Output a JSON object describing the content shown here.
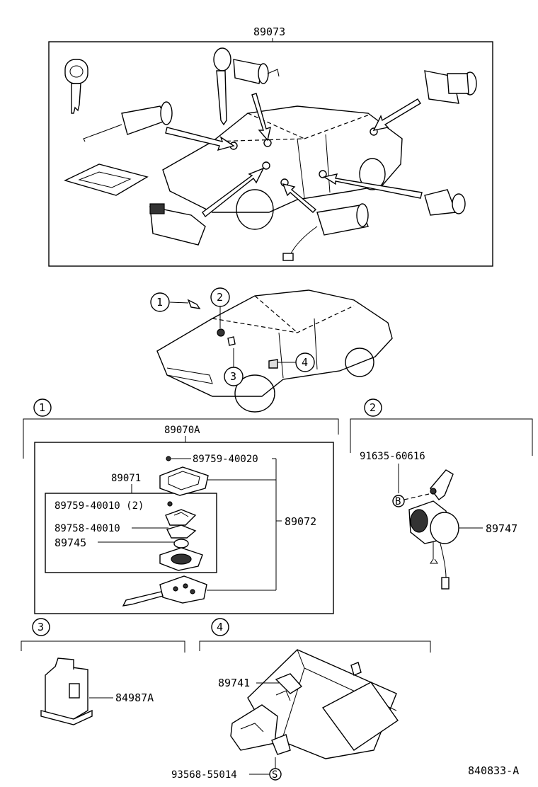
{
  "labels": {
    "top_set": "89073",
    "remote_assy": "89070A",
    "transmitter": "89071",
    "screw_2": "89759-40010 (2)",
    "gasket": "89758-40010",
    "battery": "89745",
    "screw_1": "89759-40020",
    "key_set": "89072",
    "bolt": "91635-60616",
    "horn": "89747",
    "relay": "84987A",
    "receiver": "89741",
    "screw_3": "93568-55014",
    "diagram_code": "840833-A"
  },
  "callouts": {
    "c1": "1",
    "c2": "2",
    "c3": "3",
    "c4": "4",
    "sec1": "1",
    "sec2": "2",
    "sec3": "3",
    "sec4": "4"
  },
  "markers": {
    "b_marker": "B",
    "s_marker": "S"
  }
}
